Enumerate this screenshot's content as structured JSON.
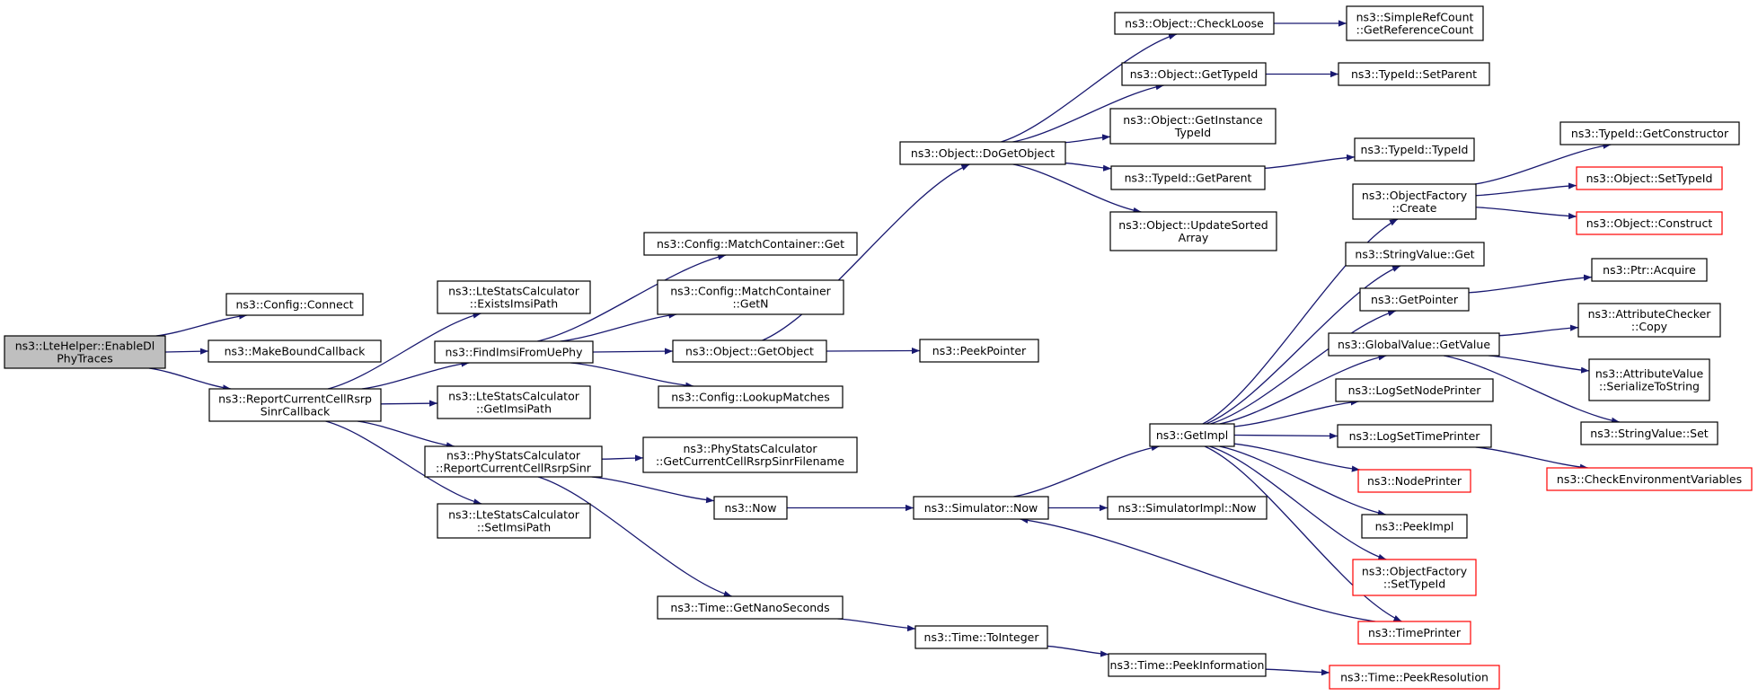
{
  "colors": {
    "edge": "#191970",
    "node_border": "#000000",
    "undocumented_border": "#ff0000",
    "root_fill": "#bfbfbf",
    "background": "#ffffff"
  },
  "nodes": [
    {
      "id": "root",
      "lines": [
        "ns3::LteHelper::EnableDl",
        "PhyTraces"
      ],
      "style": "root"
    },
    {
      "id": "cfgConnect",
      "lines": [
        "ns3::Config::Connect"
      ]
    },
    {
      "id": "makeBound",
      "lines": [
        "ns3::MakeBoundCallback"
      ]
    },
    {
      "id": "reportCb",
      "lines": [
        "ns3::ReportCurrentCellRsrp",
        "SinrCallback"
      ]
    },
    {
      "id": "existsImsi",
      "lines": [
        "ns3::LteStatsCalculator",
        "::ExistsImsiPath"
      ]
    },
    {
      "id": "findImsi",
      "lines": [
        "ns3::FindImsiFromUePhy"
      ]
    },
    {
      "id": "getImsiPath",
      "lines": [
        "ns3::LteStatsCalculator",
        "::GetImsiPath"
      ]
    },
    {
      "id": "phyReport",
      "lines": [
        "ns3::PhyStatsCalculator",
        "::ReportCurrentCellRsrpSinr"
      ]
    },
    {
      "id": "setImsiPath",
      "lines": [
        "ns3::LteStatsCalculator",
        "::SetImsiPath"
      ]
    },
    {
      "id": "mcGet",
      "lines": [
        "ns3::Config::MatchContainer::Get"
      ]
    },
    {
      "id": "mcGetN",
      "lines": [
        "ns3::Config::MatchContainer",
        "::GetN"
      ]
    },
    {
      "id": "objGetObject",
      "lines": [
        "ns3::Object::GetObject"
      ]
    },
    {
      "id": "lookupMatches",
      "lines": [
        "ns3::Config::LookupMatches"
      ]
    },
    {
      "id": "getFilename",
      "lines": [
        "ns3::PhyStatsCalculator",
        "::GetCurrentCellRsrpSinrFilename"
      ]
    },
    {
      "id": "now",
      "lines": [
        "ns3::Now"
      ]
    },
    {
      "id": "getNano",
      "lines": [
        "ns3::Time::GetNanoSeconds"
      ]
    },
    {
      "id": "doGetObject",
      "lines": [
        "ns3::Object::DoGetObject"
      ]
    },
    {
      "id": "peekPointer",
      "lines": [
        "ns3::PeekPointer"
      ]
    },
    {
      "id": "simNow",
      "lines": [
        "ns3::Simulator::Now"
      ]
    },
    {
      "id": "toInteger",
      "lines": [
        "ns3::Time::ToInteger"
      ]
    },
    {
      "id": "checkLoose",
      "lines": [
        "ns3::Object::CheckLoose"
      ]
    },
    {
      "id": "objGetTypeId",
      "lines": [
        "ns3::Object::GetTypeId"
      ]
    },
    {
      "id": "getInstTypeId",
      "lines": [
        "ns3::Object::GetInstance",
        "TypeId"
      ]
    },
    {
      "id": "tidGetParent",
      "lines": [
        "ns3::TypeId::GetParent"
      ]
    },
    {
      "id": "updateSorted",
      "lines": [
        "ns3::Object::UpdateSorted",
        "Array"
      ]
    },
    {
      "id": "getImpl",
      "lines": [
        "ns3::GetImpl"
      ]
    },
    {
      "id": "simImplNow",
      "lines": [
        "ns3::SimulatorImpl::Now"
      ]
    },
    {
      "id": "peekInfo",
      "lines": [
        "ns3::Time::PeekInformation"
      ]
    },
    {
      "id": "getRefCount",
      "lines": [
        "ns3::SimpleRefCount",
        "::GetReferenceCount"
      ]
    },
    {
      "id": "tidSetParent",
      "lines": [
        "ns3::TypeId::SetParent"
      ]
    },
    {
      "id": "tidTypeId",
      "lines": [
        "ns3::TypeId::TypeId"
      ]
    },
    {
      "id": "ofCreate",
      "lines": [
        "ns3::ObjectFactory",
        "::Create"
      ]
    },
    {
      "id": "svGet",
      "lines": [
        "ns3::StringValue::Get"
      ]
    },
    {
      "id": "getPointer",
      "lines": [
        "ns3::GetPointer"
      ]
    },
    {
      "id": "gvGetValue",
      "lines": [
        "ns3::GlobalValue::GetValue"
      ]
    },
    {
      "id": "logNodePrinter",
      "lines": [
        "ns3::LogSetNodePrinter"
      ]
    },
    {
      "id": "logTimePrinter",
      "lines": [
        "ns3::LogSetTimePrinter"
      ]
    },
    {
      "id": "nodePrinter",
      "lines": [
        "ns3::NodePrinter"
      ],
      "style": "red"
    },
    {
      "id": "peekImpl",
      "lines": [
        "ns3::PeekImpl"
      ]
    },
    {
      "id": "ofSetTypeId",
      "lines": [
        "ns3::ObjectFactory",
        "::SetTypeId"
      ],
      "style": "red"
    },
    {
      "id": "timePrinter",
      "lines": [
        "ns3::TimePrinter"
      ],
      "style": "red"
    },
    {
      "id": "peekResolution",
      "lines": [
        "ns3::Time::PeekResolution"
      ],
      "style": "red"
    },
    {
      "id": "tidGetCtor",
      "lines": [
        "ns3::TypeId::GetConstructor"
      ]
    },
    {
      "id": "objSetTypeId",
      "lines": [
        "ns3::Object::SetTypeId"
      ],
      "style": "red"
    },
    {
      "id": "objConstruct",
      "lines": [
        "ns3::Object::Construct"
      ],
      "style": "red"
    },
    {
      "id": "ptrAcquire",
      "lines": [
        "ns3::Ptr::Acquire"
      ]
    },
    {
      "id": "acCopy",
      "lines": [
        "ns3::AttributeChecker",
        "::Copy"
      ]
    },
    {
      "id": "avSerialize",
      "lines": [
        "ns3::AttributeValue",
        "::SerializeToString"
      ]
    },
    {
      "id": "svSet",
      "lines": [
        "ns3::StringValue::Set"
      ]
    },
    {
      "id": "checkEnv",
      "lines": [
        "ns3::CheckEnvironmentVariables"
      ],
      "style": "red"
    }
  ],
  "edges": [
    {
      "from": "root",
      "to": "cfgConnect"
    },
    {
      "from": "root",
      "to": "makeBound"
    },
    {
      "from": "root",
      "to": "reportCb"
    },
    {
      "from": "reportCb",
      "to": "existsImsi"
    },
    {
      "from": "reportCb",
      "to": "findImsi"
    },
    {
      "from": "reportCb",
      "to": "getImsiPath"
    },
    {
      "from": "reportCb",
      "to": "phyReport"
    },
    {
      "from": "reportCb",
      "to": "setImsiPath"
    },
    {
      "from": "findImsi",
      "to": "mcGet"
    },
    {
      "from": "findImsi",
      "to": "mcGetN"
    },
    {
      "from": "findImsi",
      "to": "objGetObject"
    },
    {
      "from": "findImsi",
      "to": "lookupMatches"
    },
    {
      "from": "phyReport",
      "to": "getFilename"
    },
    {
      "from": "phyReport",
      "to": "now"
    },
    {
      "from": "phyReport",
      "to": "getNano"
    },
    {
      "from": "objGetObject",
      "to": "doGetObject"
    },
    {
      "from": "objGetObject",
      "to": "peekPointer"
    },
    {
      "from": "now",
      "to": "simNow"
    },
    {
      "from": "getNano",
      "to": "toInteger"
    },
    {
      "from": "doGetObject",
      "to": "checkLoose"
    },
    {
      "from": "doGetObject",
      "to": "objGetTypeId"
    },
    {
      "from": "doGetObject",
      "to": "getInstTypeId"
    },
    {
      "from": "doGetObject",
      "to": "tidGetParent"
    },
    {
      "from": "doGetObject",
      "to": "updateSorted"
    },
    {
      "from": "simNow",
      "to": "getImpl"
    },
    {
      "from": "simNow",
      "to": "simImplNow"
    },
    {
      "from": "toInteger",
      "to": "peekInfo"
    },
    {
      "from": "checkLoose",
      "to": "getRefCount"
    },
    {
      "from": "objGetTypeId",
      "to": "tidSetParent"
    },
    {
      "from": "tidGetParent",
      "to": "tidTypeId"
    },
    {
      "from": "getImpl",
      "to": "ofCreate"
    },
    {
      "from": "getImpl",
      "to": "svGet"
    },
    {
      "from": "getImpl",
      "to": "getPointer"
    },
    {
      "from": "getImpl",
      "to": "gvGetValue"
    },
    {
      "from": "getImpl",
      "to": "logNodePrinter"
    },
    {
      "from": "getImpl",
      "to": "logTimePrinter"
    },
    {
      "from": "getImpl",
      "to": "nodePrinter"
    },
    {
      "from": "getImpl",
      "to": "peekImpl"
    },
    {
      "from": "getImpl",
      "to": "ofSetTypeId"
    },
    {
      "from": "getImpl",
      "to": "timePrinter"
    },
    {
      "from": "timePrinter",
      "to": "simNow"
    },
    {
      "from": "peekInfo",
      "to": "peekResolution"
    },
    {
      "from": "ofCreate",
      "to": "tidGetCtor"
    },
    {
      "from": "ofCreate",
      "to": "objSetTypeId"
    },
    {
      "from": "ofCreate",
      "to": "objConstruct"
    },
    {
      "from": "getPointer",
      "to": "ptrAcquire"
    },
    {
      "from": "gvGetValue",
      "to": "acCopy"
    },
    {
      "from": "gvGetValue",
      "to": "avSerialize"
    },
    {
      "from": "gvGetValue",
      "to": "svSet"
    },
    {
      "from": "logTimePrinter",
      "to": "checkEnv"
    }
  ]
}
